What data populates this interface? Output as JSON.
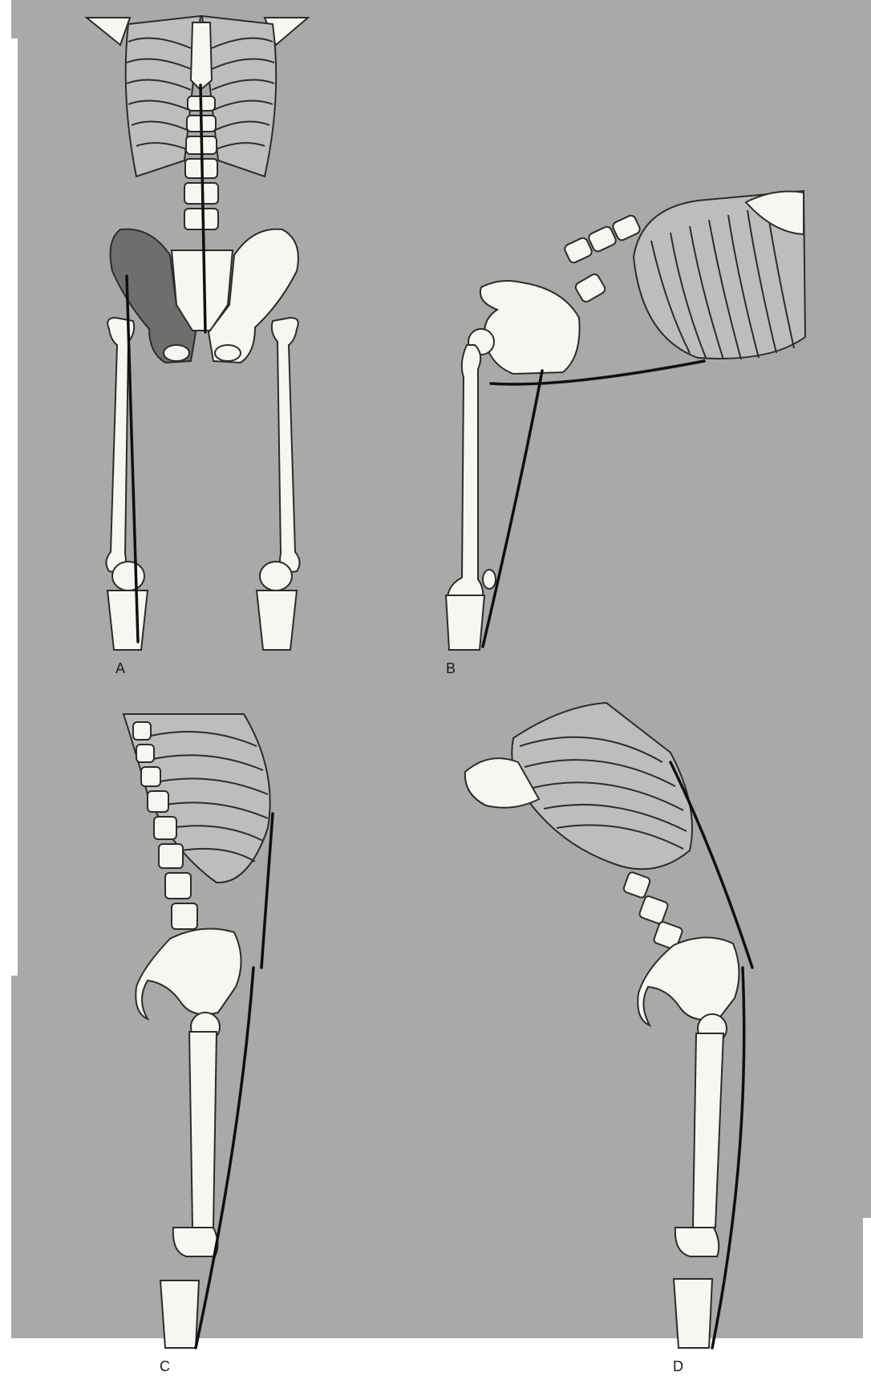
{
  "figure": {
    "colors": {
      "background": "#a9a9a9",
      "bone_fill": "#f7f7f2",
      "bone_outline": "#2b2b2b",
      "rib_shade": "#bdbdbd",
      "highlighted_hip_bone": "#6e6e6e",
      "line_of_action": "#0f0f0f"
    },
    "panels": [
      {
        "id": "A",
        "label": "A",
        "view": "anterior",
        "icon": "skeleton-front-view"
      },
      {
        "id": "B",
        "label": "B",
        "view": "lateral-trunk-flexed",
        "icon": "skeleton-side-view"
      },
      {
        "id": "C",
        "label": "C",
        "view": "lateral-upright",
        "icon": "skeleton-side-view"
      },
      {
        "id": "D",
        "label": "D",
        "view": "lateral-trunk-extended",
        "icon": "skeleton-side-view"
      }
    ]
  }
}
